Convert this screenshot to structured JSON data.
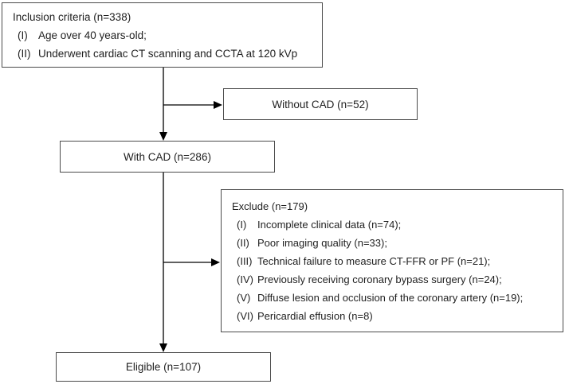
{
  "flowchart": {
    "inclusion_box": {
      "title": "Inclusion criteria (n=338)",
      "items": [
        {
          "numeral": "(I)",
          "text": "Age over 40 years-old;"
        },
        {
          "numeral": "(II)",
          "text": "Underwent cardiac CT scanning and CCTA at 120 kVp"
        }
      ]
    },
    "without_cad_box": {
      "label": "Without CAD (n=52)"
    },
    "with_cad_box": {
      "label": "With CAD (n=286)"
    },
    "exclude_box": {
      "title": "Exclude (n=179)",
      "items": [
        {
          "numeral": "(I)",
          "text": "Incomplete clinical data (n=74);"
        },
        {
          "numeral": "(II)",
          "text": "Poor imaging quality (n=33);"
        },
        {
          "numeral": "(III)",
          "text": "Technical failure to measure CT-FFR or PF (n=21);"
        },
        {
          "numeral": "(IV)",
          "text": "Previously receiving coronary bypass surgery (n=24);"
        },
        {
          "numeral": "(V)",
          "text": "Diffuse lesion and occlusion of the coronary artery (n=19);"
        },
        {
          "numeral": "(VI)",
          "text": "Pericardial effusion (n=8)"
        }
      ]
    },
    "eligible_box": {
      "label": "Eligible (n=107)"
    },
    "colors": {
      "background": "#ffffff",
      "box_border": "#4b4b4b",
      "text": "#1f1f1f",
      "arrow": "#000000"
    }
  }
}
